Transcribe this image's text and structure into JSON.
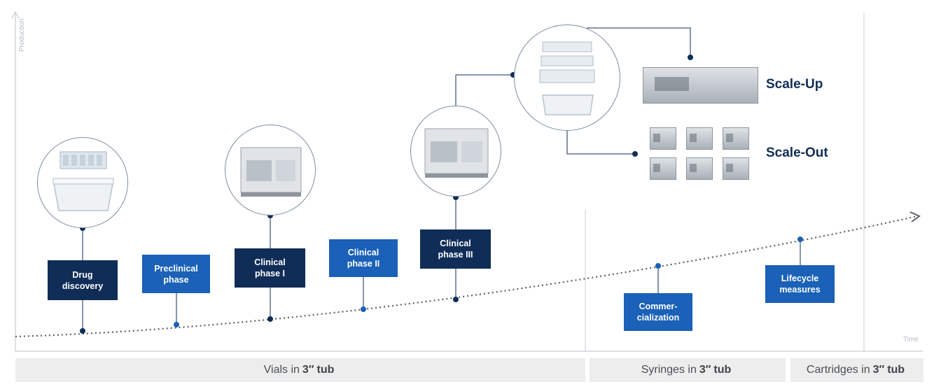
{
  "axes": {
    "y_label": "Production",
    "x_label": "Time"
  },
  "stages": [
    {
      "label": "Drug\ndiscovery",
      "style": "dark"
    },
    {
      "label": "Preclinical\nphase",
      "style": "blue"
    },
    {
      "label": "Clinical\nphase I",
      "style": "dark"
    },
    {
      "label": "Clinical\nphase II",
      "style": "blue"
    },
    {
      "label": "Clinical\nphase III",
      "style": "dark"
    },
    {
      "label": "Commer-\ncialization",
      "style": "blue"
    },
    {
      "label": "Lifecycle\nmeasures",
      "style": "blue"
    }
  ],
  "scale": {
    "up": "Scale-Up",
    "out": "Scale-Out"
  },
  "bands": [
    {
      "prefix": "Vials in",
      "size": "3″",
      "suffix": "tub"
    },
    {
      "prefix": "Syringes in",
      "size": "3″",
      "suffix": "tub"
    },
    {
      "prefix": "Cartridges in",
      "size": "3″",
      "suffix": "tub"
    }
  ],
  "colors": {
    "dark_box": "#0f2d57",
    "blue_box": "#1a61b7",
    "connector": "#0f2d57",
    "trend": "#5a5f66",
    "band": "#ededed"
  },
  "images": [
    {
      "name": "tub-icon",
      "depicts": "nest and tub"
    },
    {
      "name": "isolator-icon",
      "depicts": "filling isolator"
    },
    {
      "name": "machine-line-icon",
      "depicts": "filling line"
    }
  ]
}
